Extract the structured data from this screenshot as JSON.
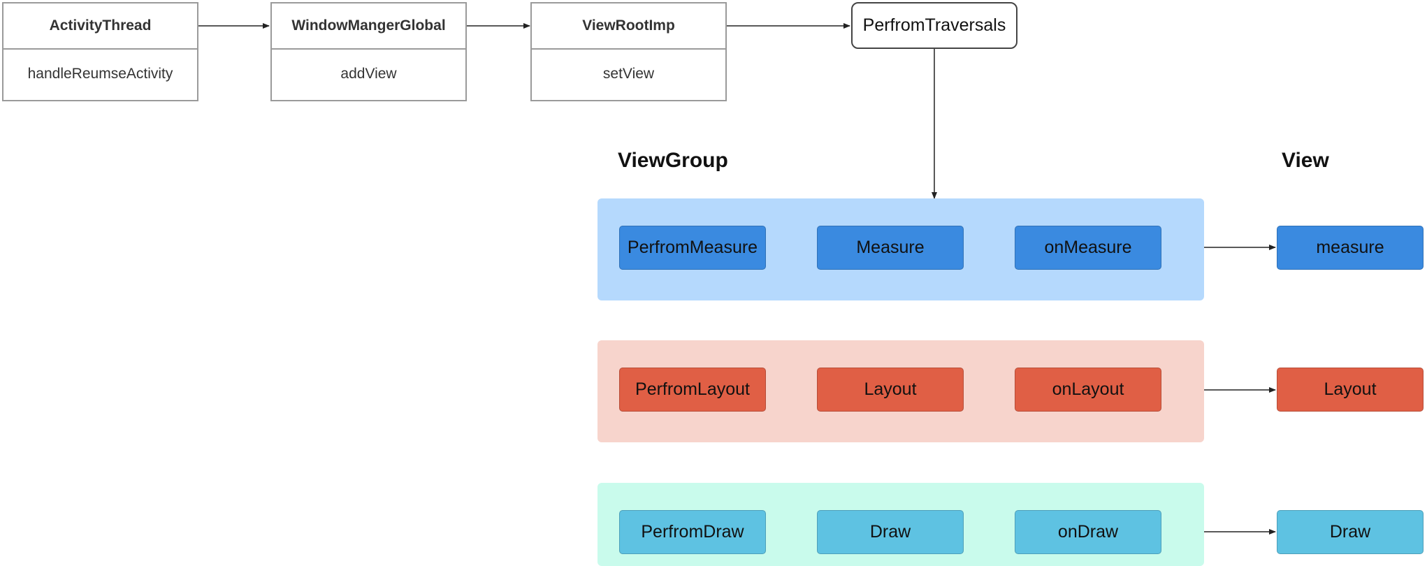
{
  "top_chain": [
    {
      "class": "ActivityThread",
      "method": "handleReumseActivity"
    },
    {
      "class": "WindowMangerGlobal",
      "method": "addView"
    },
    {
      "class": "ViewRootImp",
      "method": "setView"
    }
  ],
  "traversal": "PerfromTraversals",
  "section_titles": {
    "view_group": "ViewGroup",
    "view": "View"
  },
  "measure_row": {
    "start": "PerfromMeasure",
    "mid": "Measure",
    "end": "onMeasure",
    "view": "measure"
  },
  "layout_row": {
    "start": "PerfromLayout",
    "mid": "Layout",
    "end": "onLayout",
    "view": "Layout"
  },
  "draw_row": {
    "start": "PerfromDraw",
    "mid": "Draw",
    "end": "onDraw",
    "view": "Draw"
  },
  "colors": {
    "measure_band": "#b5d9fd",
    "measure_node": "#3a8ae0",
    "layout_band": "#f7d4cc",
    "layout_node": "#e05f45",
    "draw_band": "#c9fbec",
    "draw_node": "#5ec2e2"
  }
}
